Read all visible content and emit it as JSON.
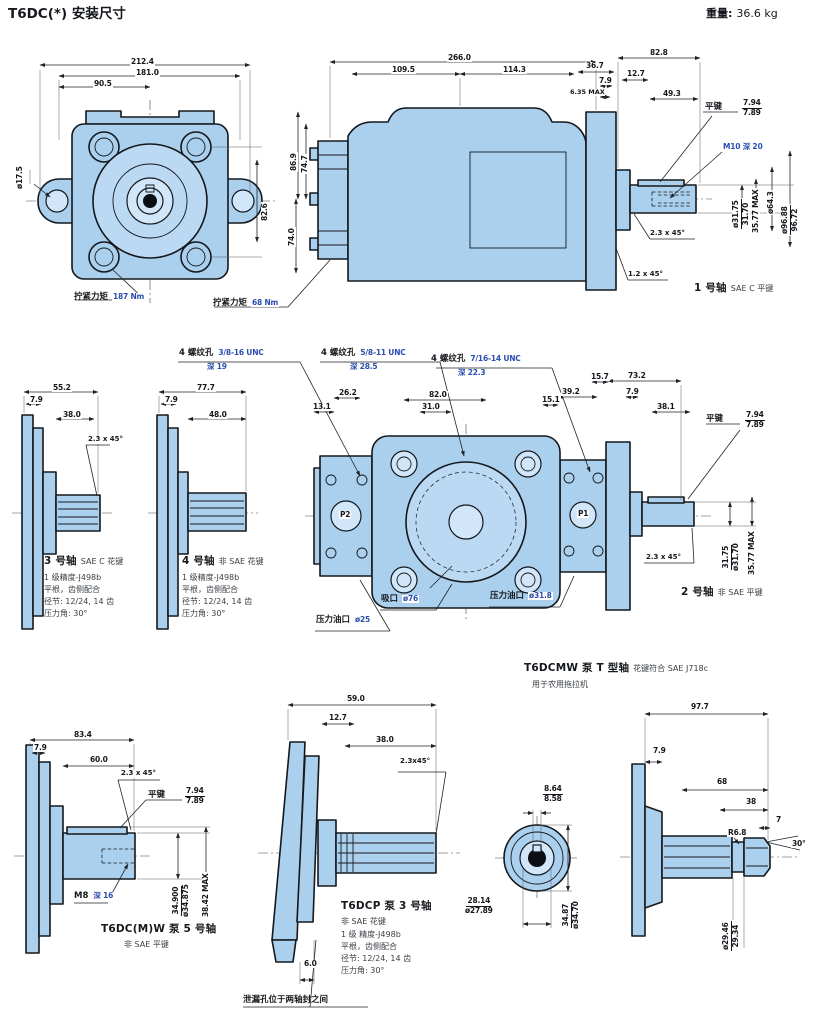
{
  "header": {
    "title": "T6DC(*) 安装尺寸",
    "weight_label": "重量:",
    "weight_value": "36.6 kg"
  },
  "front_view": {
    "dim_overall": "212.4",
    "dim_bolt": "181.0",
    "dim_half": "90.5",
    "dim_hole": "ø17.5",
    "dim_height": "82.6",
    "torque_label": "拧紧力矩",
    "torque_value": "187 Nm"
  },
  "side_view": {
    "dim_overall": "266.0",
    "dim_front": "109.5",
    "dim_rear": "114.3",
    "dim_36_7": "36.7",
    "dim_7_9": "7.9",
    "dim_6_35": "6.35 MAX",
    "dim_12_7": "12.7",
    "dim_82_8": "82.8",
    "dim_49_3": "49.3",
    "key_label": "平键",
    "key_upper": "7.94",
    "key_lower": "7.89",
    "thread_callout": "M10 深 20",
    "dim_86_9": "86.9",
    "dim_74_7": "74.7",
    "dim_74_0": "74.0",
    "chamfer_1": "2.3 x 45°",
    "chamfer_2": "1.2 x 45°",
    "shaft_dia_upper": "ø31.75",
    "shaft_dia_lower": "31.70",
    "key_height": "35.77 MAX",
    "hub_dia": "ø64.3",
    "pilot_upper": "ø96.88",
    "pilot_lower": "96.72",
    "torque_label": "拧紧力矩",
    "torque_value": "68 Nm",
    "shaft_name": "1 号轴",
    "shaft_type": "SAE C 平键"
  },
  "thread_callouts": {
    "c1_qty": "4 螺纹孔",
    "c1_spec": "3/8-16 UNC",
    "c1_depth": "深 19",
    "c2_qty": "4 螺纹孔",
    "c2_spec": "5/8-11 UNC",
    "c2_depth": "深 28.5",
    "c3_qty": "4 螺纹孔",
    "c3_spec": "7/16-14 UNC",
    "c3_depth": "深 22.3"
  },
  "shaft3": {
    "dim_total": "55.2",
    "dim_7_9": "7.9",
    "dim_spline": "38.0",
    "chamfer": "2.3 x 45°",
    "name": "3 号轴",
    "type": "SAE C 花键",
    "spec_1": "1 级精度-J498b",
    "spec_2": "平根，齿侧配合",
    "spec_3": "径节: 12/24, 14 齿",
    "spec_4": "压力角: 30°"
  },
  "shaft4": {
    "dim_total": "77.7",
    "dim_7_9": "7.9",
    "dim_spline": "48.0",
    "name": "4 号轴",
    "type": "非 SAE 花键",
    "spec_1": "1 级精度-J498b",
    "spec_2": "平根，齿侧配合",
    "spec_3": "径节: 12/24, 14 齿",
    "spec_4": "压力角: 30°"
  },
  "rear_view": {
    "dim_13_1": "13.1",
    "dim_26_2": "26.2",
    "dim_82_0": "82.0",
    "dim_31_0": "31.0",
    "dim_15_1": "15.1",
    "dim_39_2": "39.2",
    "dim_15_7": "15.7",
    "dim_73_2": "73.2",
    "dim_7_9": "7.9",
    "dim_38_1": "38.1",
    "key_label": "平键",
    "key_upper": "7.94",
    "key_lower": "7.89",
    "chamfer": "2.3 x 45°",
    "shaft_dia_upper": "31.75",
    "shaft_dia_lower": "ø31.70",
    "key_height": "35.77 MAX",
    "port_p1": "P1",
    "port_p2": "P2",
    "suction_label": "吸口",
    "suction_size": "ø76",
    "pressure_label_1": "压力油口",
    "pressure_size_1": "ø31.8",
    "pressure_label_2": "压力油口",
    "pressure_size_2": "ø25",
    "shaft_name": "2 号轴",
    "shaft_type": "非 SAE 平键"
  },
  "tmw": {
    "title": "T6DCMW 泵 T 型轴",
    "subtitle": "花键符合 SAE J718c",
    "note": "用于农用拖拉机"
  },
  "shaft5": {
    "dim_total": "83.4",
    "dim_7_9": "7.9",
    "dim_key_len": "60.0",
    "chamfer": "2.3 x 45°",
    "key_label": "平键",
    "key_upper": "7.94",
    "key_lower": "7.89",
    "thread_label": "M8",
    "thread_depth": "深 16",
    "dia_upper": "34.900",
    "dia_lower": "ø34.875",
    "key_height": "38.42 MAX",
    "name": "T6DC(M)W 泵 5 号轴",
    "type": "非 SAE 平键"
  },
  "t6dcp": {
    "dim_total": "59.0",
    "dim_12_7": "12.7",
    "dim_spline": "38.0",
    "chamfer": "2.3x45°",
    "dim_6_0": "6.0",
    "name": "T6DCP 泵 3 号轴",
    "type": "非 SAE 花键",
    "spec_1": "1 级 精度-J498b",
    "spec_2": "平根，齿侧配合",
    "spec_3": "径节: 12/24, 14 齿",
    "spec_4": "压力角: 30°",
    "note": "泄漏孔位于两轴封之间"
  },
  "tshaft": {
    "dim_total": "97.7",
    "dim_7_9": "7.9",
    "dim_68": "68",
    "dim_38": "38",
    "dim_7": "7",
    "radius": "R6.8",
    "angle": "30°",
    "neck_upper": "ø29.46",
    "neck_lower": "29.34",
    "slot_upper": "8.64",
    "slot_lower": "8.58",
    "flat_upper": "28.14",
    "flat_lower": "ø27.89",
    "od_upper": "34.87",
    "od_lower": "ø34.70"
  }
}
